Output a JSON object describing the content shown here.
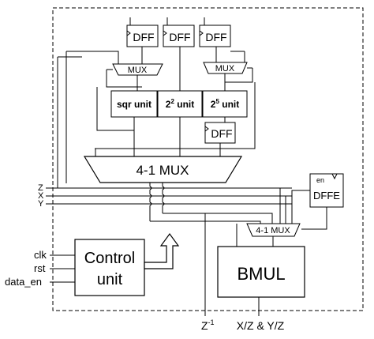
{
  "dff": {
    "label": "DFF"
  },
  "mux": {
    "small_label": "MUX",
    "main_label": "4-1 MUX",
    "sub_label": "4-1 MUX"
  },
  "units": {
    "sqr": "sqr unit",
    "pow2_base": "2",
    "pow2_exp": "2",
    "pow2_suffix": " unit",
    "pow5_base": "2",
    "pow5_exp": "5",
    "pow5_suffix": " unit"
  },
  "dffe": {
    "label": "DFFE",
    "en": "en"
  },
  "control": {
    "line1": "Control",
    "line2": "unit"
  },
  "bmul": {
    "label": "BMUL"
  },
  "buses": {
    "z": "Z",
    "x": "X",
    "y": "Y"
  },
  "inputs": {
    "clk": "clk",
    "rst": "rst",
    "data_en": "data_en"
  },
  "outputs": {
    "zinv_base": "Z",
    "zinv_exp": "-1",
    "xz_yz": "X/Z & Y/Z"
  }
}
